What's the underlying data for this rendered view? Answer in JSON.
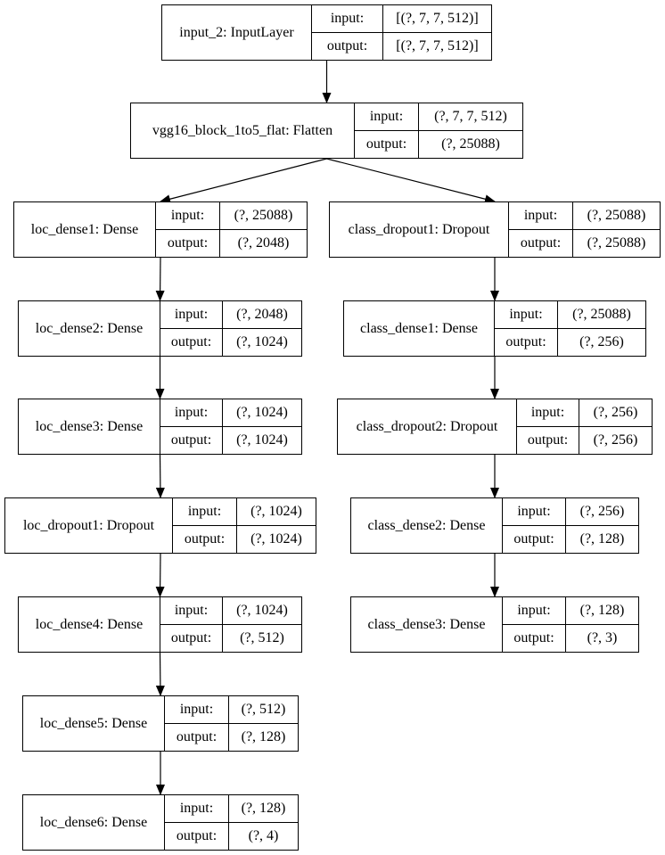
{
  "nodes": [
    {
      "id": "input_2",
      "name": "input_2: InputLayer",
      "in_label": "input:",
      "in_val": "[(?, 7, 7, 512)]",
      "out_label": "output:",
      "out_val": "[(?, 7, 7, 512)]"
    },
    {
      "id": "vgg16_block_1to5_flat",
      "name": "vgg16_block_1to5_flat: Flatten",
      "in_label": "input:",
      "in_val": "(?, 7, 7, 512)",
      "out_label": "output:",
      "out_val": "(?, 25088)"
    },
    {
      "id": "loc_dense1",
      "name": "loc_dense1: Dense",
      "in_label": "input:",
      "in_val": "(?, 25088)",
      "out_label": "output:",
      "out_val": "(?, 2048)"
    },
    {
      "id": "class_dropout1",
      "name": "class_dropout1: Dropout",
      "in_label": "input:",
      "in_val": "(?, 25088)",
      "out_label": "output:",
      "out_val": "(?, 25088)"
    },
    {
      "id": "loc_dense2",
      "name": "loc_dense2: Dense",
      "in_label": "input:",
      "in_val": "(?, 2048)",
      "out_label": "output:",
      "out_val": "(?, 1024)"
    },
    {
      "id": "class_dense1",
      "name": "class_dense1: Dense",
      "in_label": "input:",
      "in_val": "(?, 25088)",
      "out_label": "output:",
      "out_val": "(?, 256)"
    },
    {
      "id": "loc_dense3",
      "name": "loc_dense3: Dense",
      "in_label": "input:",
      "in_val": "(?, 1024)",
      "out_label": "output:",
      "out_val": "(?, 1024)"
    },
    {
      "id": "class_dropout2",
      "name": "class_dropout2: Dropout",
      "in_label": "input:",
      "in_val": "(?, 256)",
      "out_label": "output:",
      "out_val": "(?, 256)"
    },
    {
      "id": "loc_dropout1",
      "name": "loc_dropout1: Dropout",
      "in_label": "input:",
      "in_val": "(?, 1024)",
      "out_label": "output:",
      "out_val": "(?, 1024)"
    },
    {
      "id": "class_dense2",
      "name": "class_dense2: Dense",
      "in_label": "input:",
      "in_val": "(?, 256)",
      "out_label": "output:",
      "out_val": "(?, 128)"
    },
    {
      "id": "loc_dense4",
      "name": "loc_dense4: Dense",
      "in_label": "input:",
      "in_val": "(?, 1024)",
      "out_label": "output:",
      "out_val": "(?, 512)"
    },
    {
      "id": "class_dense3",
      "name": "class_dense3: Dense",
      "in_label": "input:",
      "in_val": "(?, 128)",
      "out_label": "output:",
      "out_val": "(?, 3)"
    },
    {
      "id": "loc_dense5",
      "name": "loc_dense5: Dense",
      "in_label": "input:",
      "in_val": "(?, 512)",
      "out_label": "output:",
      "out_val": "(?, 128)"
    },
    {
      "id": "loc_dense6",
      "name": "loc_dense6: Dense",
      "in_label": "input:",
      "in_val": "(?, 128)",
      "out_label": "output:",
      "out_val": "(?, 4)"
    }
  ],
  "edges": [
    [
      "input_2",
      "vgg16_block_1to5_flat"
    ],
    [
      "vgg16_block_1to5_flat",
      "loc_dense1"
    ],
    [
      "vgg16_block_1to5_flat",
      "class_dropout1"
    ],
    [
      "loc_dense1",
      "loc_dense2"
    ],
    [
      "loc_dense2",
      "loc_dense3"
    ],
    [
      "loc_dense3",
      "loc_dropout1"
    ],
    [
      "loc_dropout1",
      "loc_dense4"
    ],
    [
      "loc_dense4",
      "loc_dense5"
    ],
    [
      "loc_dense5",
      "loc_dense6"
    ],
    [
      "class_dropout1",
      "class_dense1"
    ],
    [
      "class_dense1",
      "class_dropout2"
    ],
    [
      "class_dropout2",
      "class_dense2"
    ],
    [
      "class_dense2",
      "class_dense3"
    ]
  ]
}
